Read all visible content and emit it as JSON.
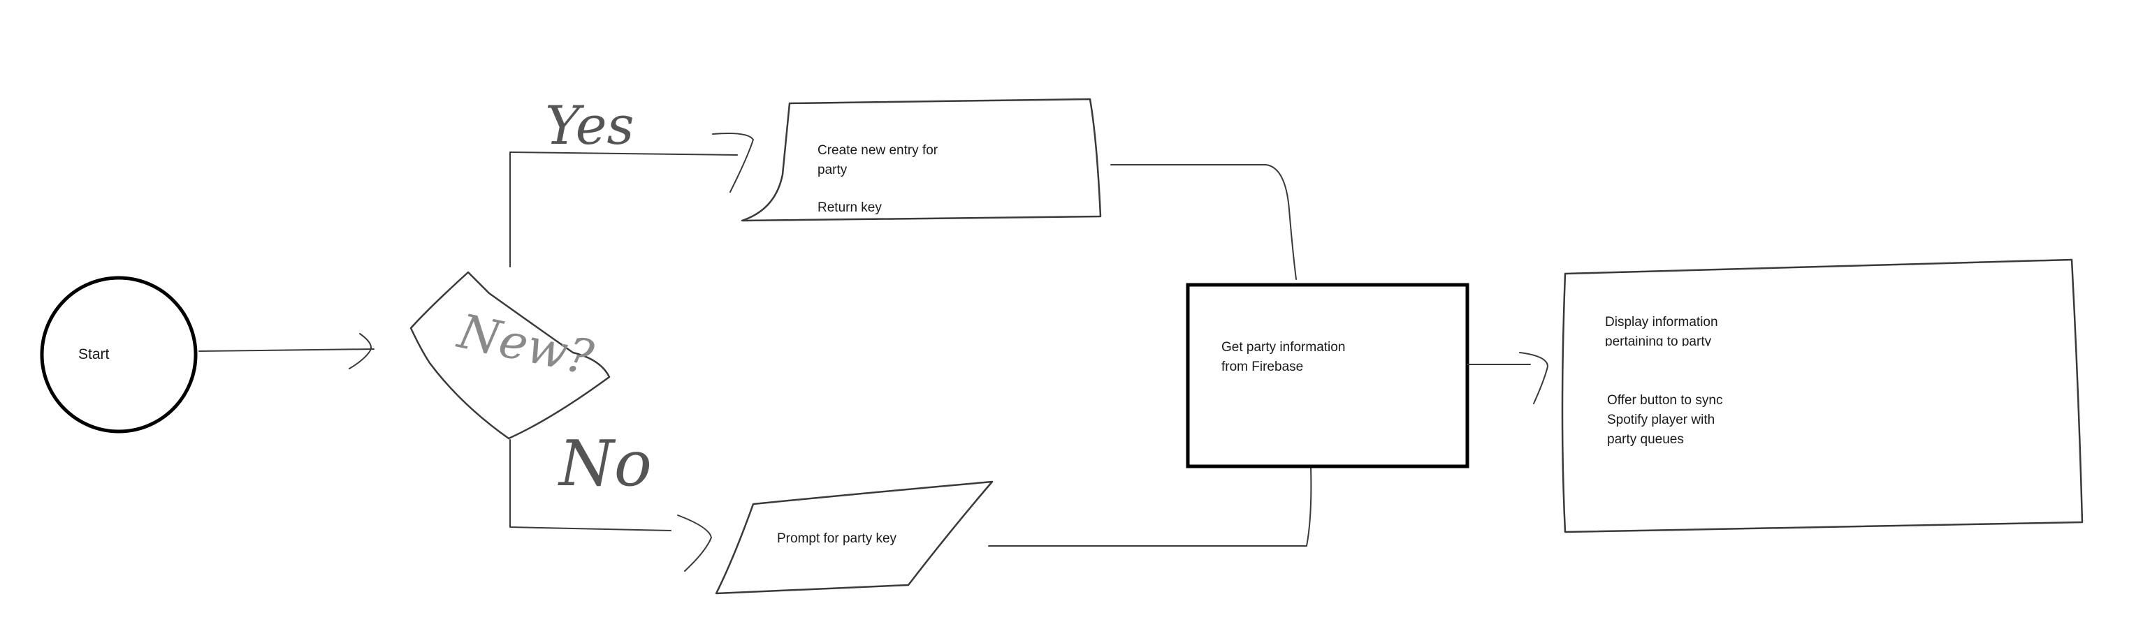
{
  "nodes": {
    "start": "Start",
    "decision": "New?",
    "create_entry": {
      "line1": "Create new entry for",
      "line2": "party",
      "line3": "Return key"
    },
    "prompt_key": "Prompt for party key",
    "get_info": {
      "line1": "Get party information",
      "line2": "from Firebase"
    },
    "display": {
      "line1": "Display information",
      "line2": "pertaining to party",
      "line3": "Offer button to sync",
      "line4": "Spotify player with",
      "line5": "party queues"
    }
  },
  "branches": {
    "yes": "Yes",
    "no": "No"
  }
}
